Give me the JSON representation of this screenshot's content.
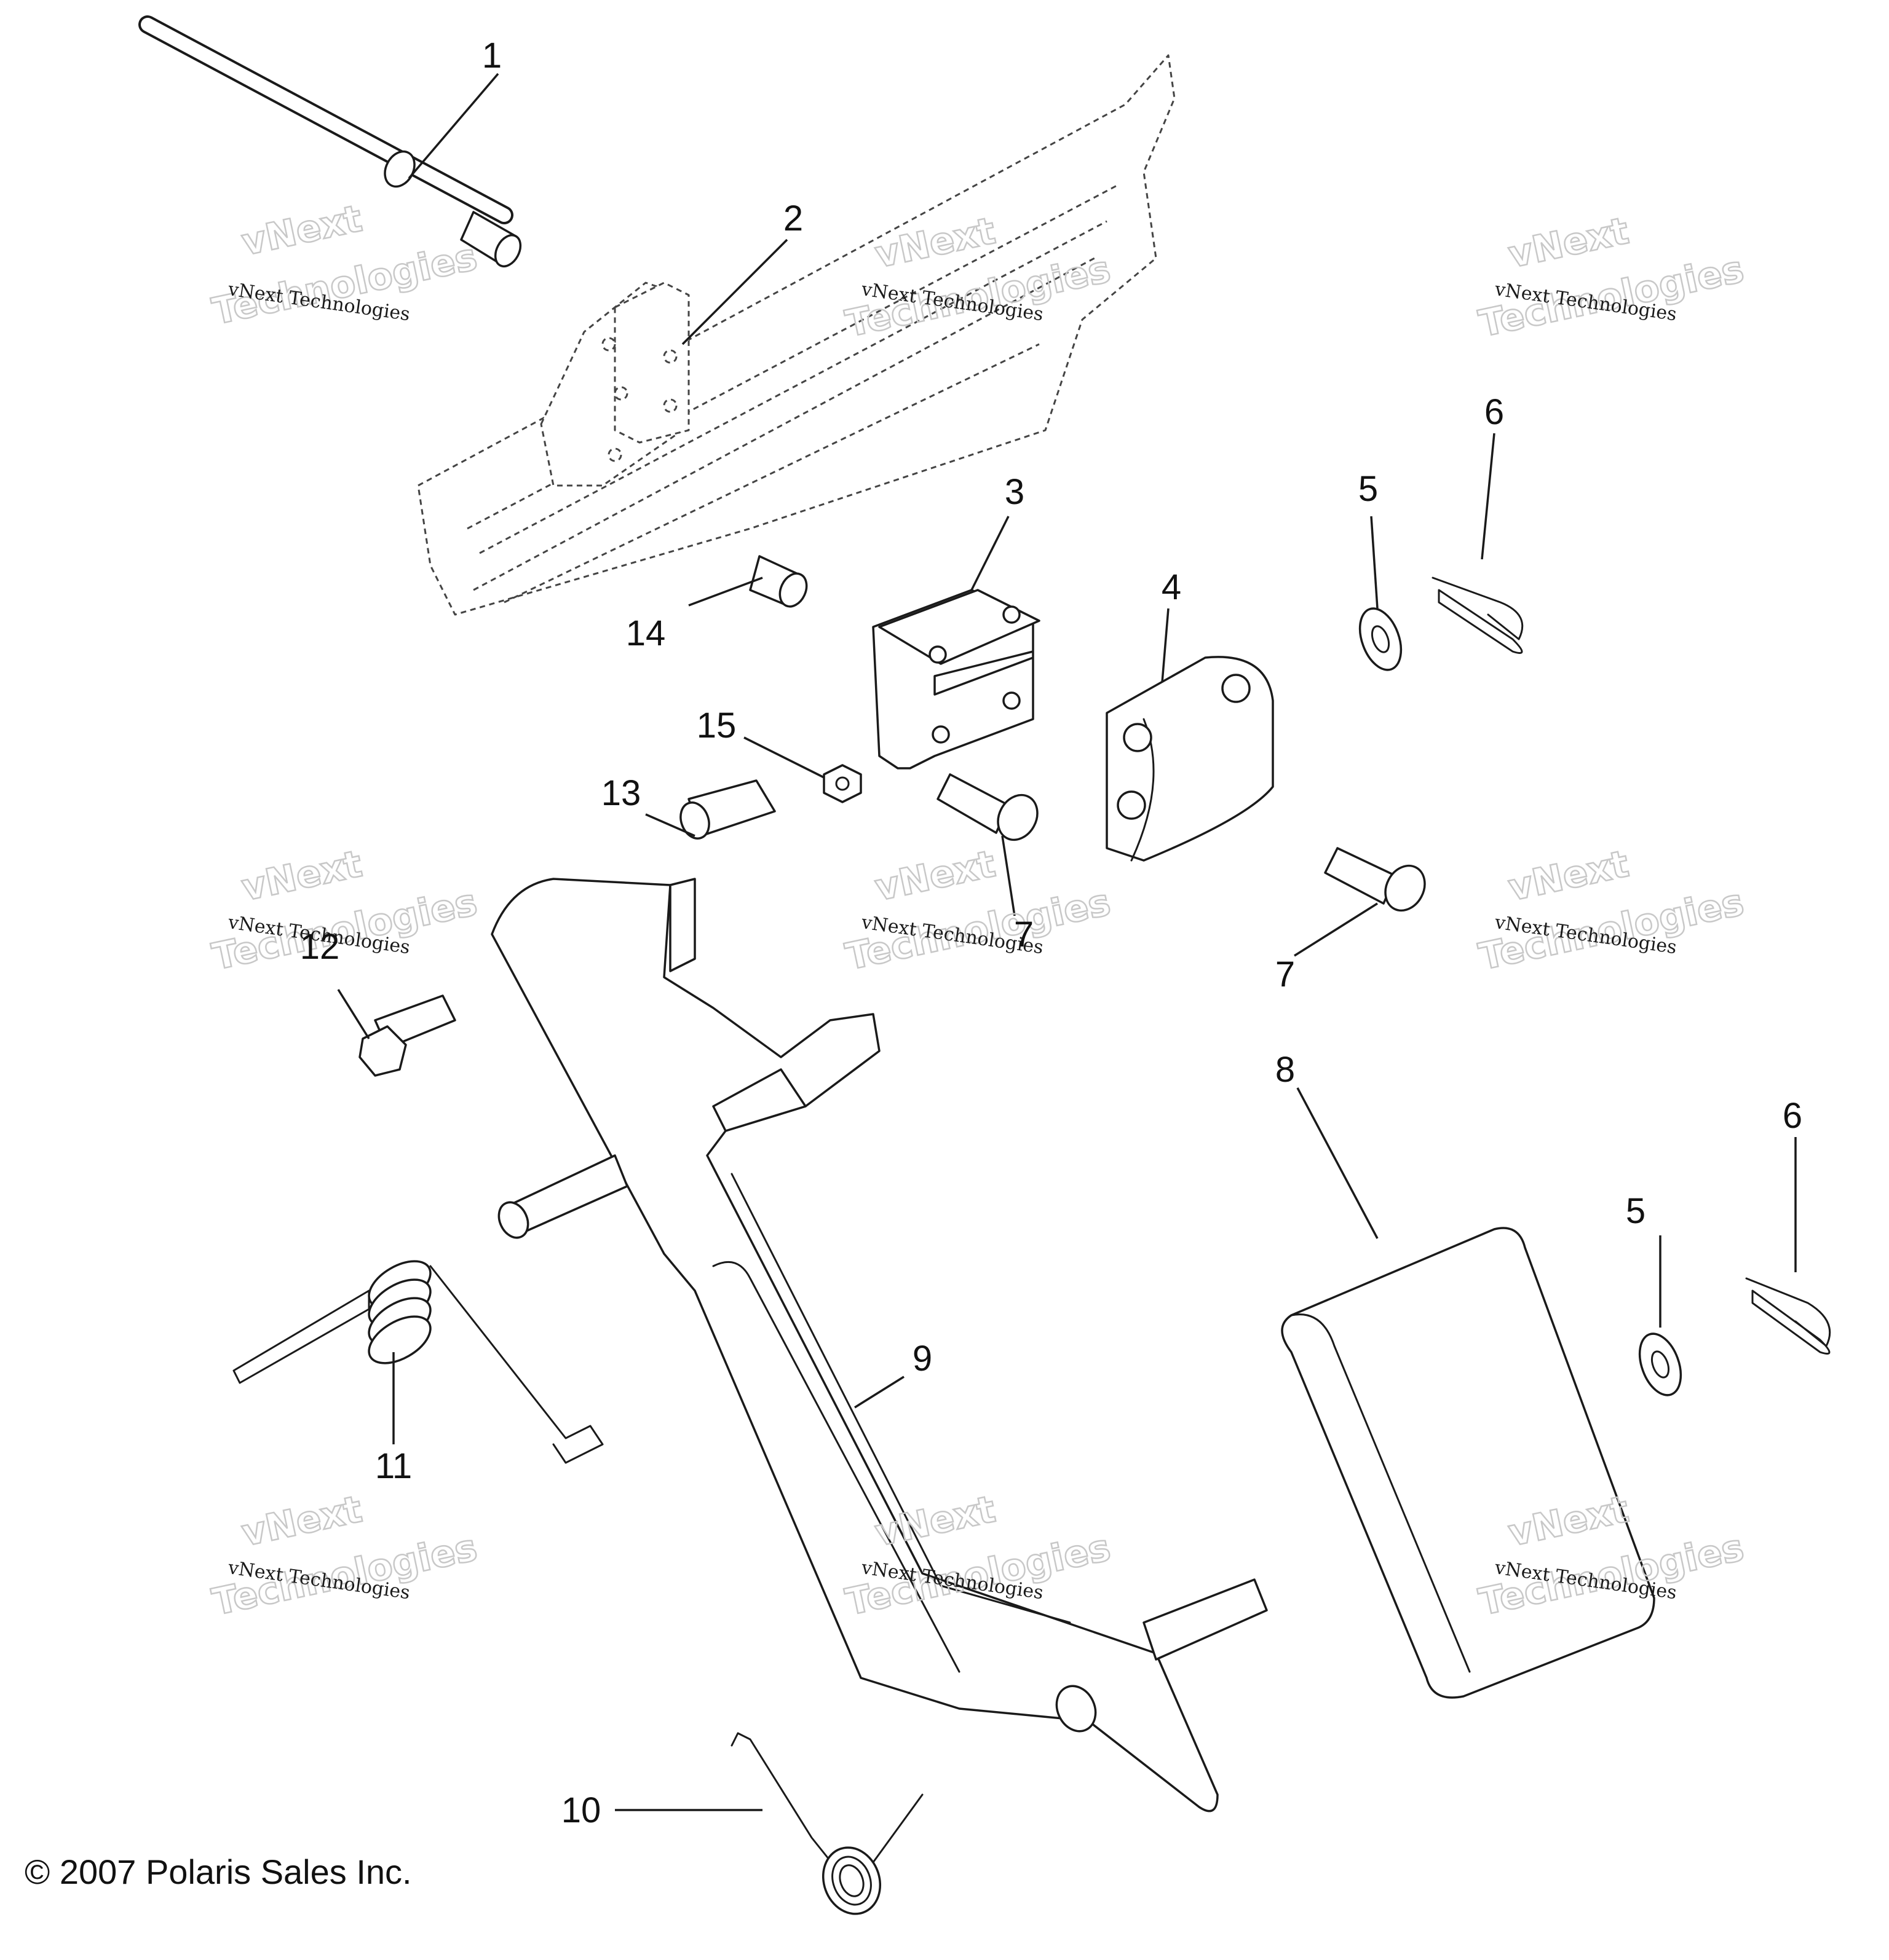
{
  "callouts": [
    "1",
    "2",
    "3",
    "4",
    "5",
    "6",
    "7",
    "7",
    "8",
    "9",
    "10",
    "11",
    "12",
    "13",
    "14",
    "15",
    "5",
    "6"
  ],
  "watermark": {
    "line1": "vNext",
    "line2": "vNext Technologies",
    "line3": "Technologies"
  },
  "copyright": "© 2007 Polaris Sales Inc."
}
